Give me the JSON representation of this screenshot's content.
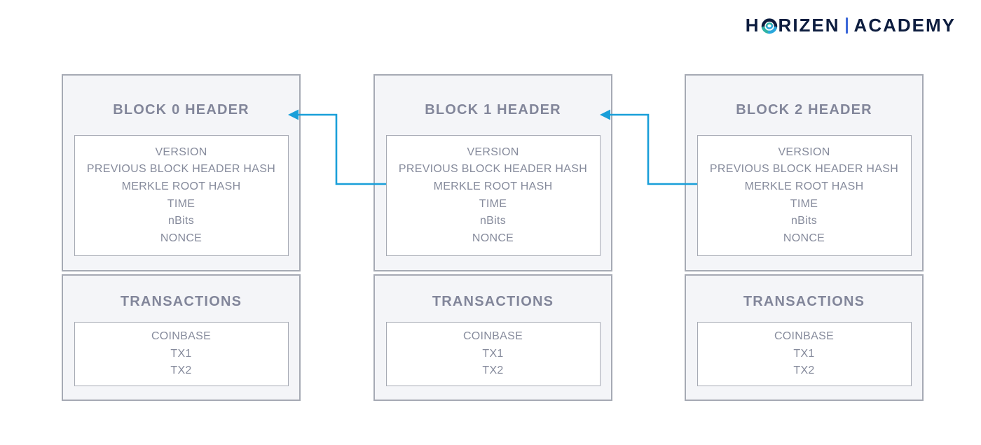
{
  "logo": {
    "word1_prefix": "H",
    "word1_suffix": "RIZEN",
    "word2": "ACADEMY",
    "globe_icon": "horizen-globe",
    "navy": "#0d1d3f",
    "teal": "#2fb3a6",
    "light_blue": "#2aa7dc",
    "separator_blue": "#3b67d8"
  },
  "diagram": {
    "type": "blockchain-structure",
    "arrow_color": "#199fd9",
    "block_background": "#f4f5f8",
    "block_border": "#a6aab4",
    "text_color": "#868b9c",
    "blocks": [
      {
        "header_title": "BLOCK 0 HEADER",
        "header_fields": [
          "VERSION",
          "PREVIOUS BLOCK HEADER HASH",
          "MERKLE ROOT HASH",
          "TIME",
          "nBits",
          "NONCE"
        ],
        "transactions_title": "TRANSACTIONS",
        "transactions_fields": [
          "COINBASE",
          "TX1",
          "TX2"
        ]
      },
      {
        "header_title": "BLOCK 1 HEADER",
        "header_fields": [
          "VERSION",
          "PREVIOUS BLOCK HEADER HASH",
          "MERKLE ROOT HASH",
          "TIME",
          "nBits",
          "NONCE"
        ],
        "transactions_title": "TRANSACTIONS",
        "transactions_fields": [
          "COINBASE",
          "TX1",
          "TX2"
        ]
      },
      {
        "header_title": "BLOCK 2 HEADER",
        "header_fields": [
          "VERSION",
          "PREVIOUS BLOCK HEADER HASH",
          "MERKLE ROOT HASH",
          "TIME",
          "nBits",
          "NONCE"
        ],
        "transactions_title": "TRANSACTIONS",
        "transactions_fields": [
          "COINBASE",
          "TX1",
          "TX2"
        ]
      }
    ],
    "arrows": [
      {
        "from": "block-1 previous-block-header-hash",
        "to": "block-0 header"
      },
      {
        "from": "block-2 previous-block-header-hash",
        "to": "block-1 header"
      }
    ]
  }
}
